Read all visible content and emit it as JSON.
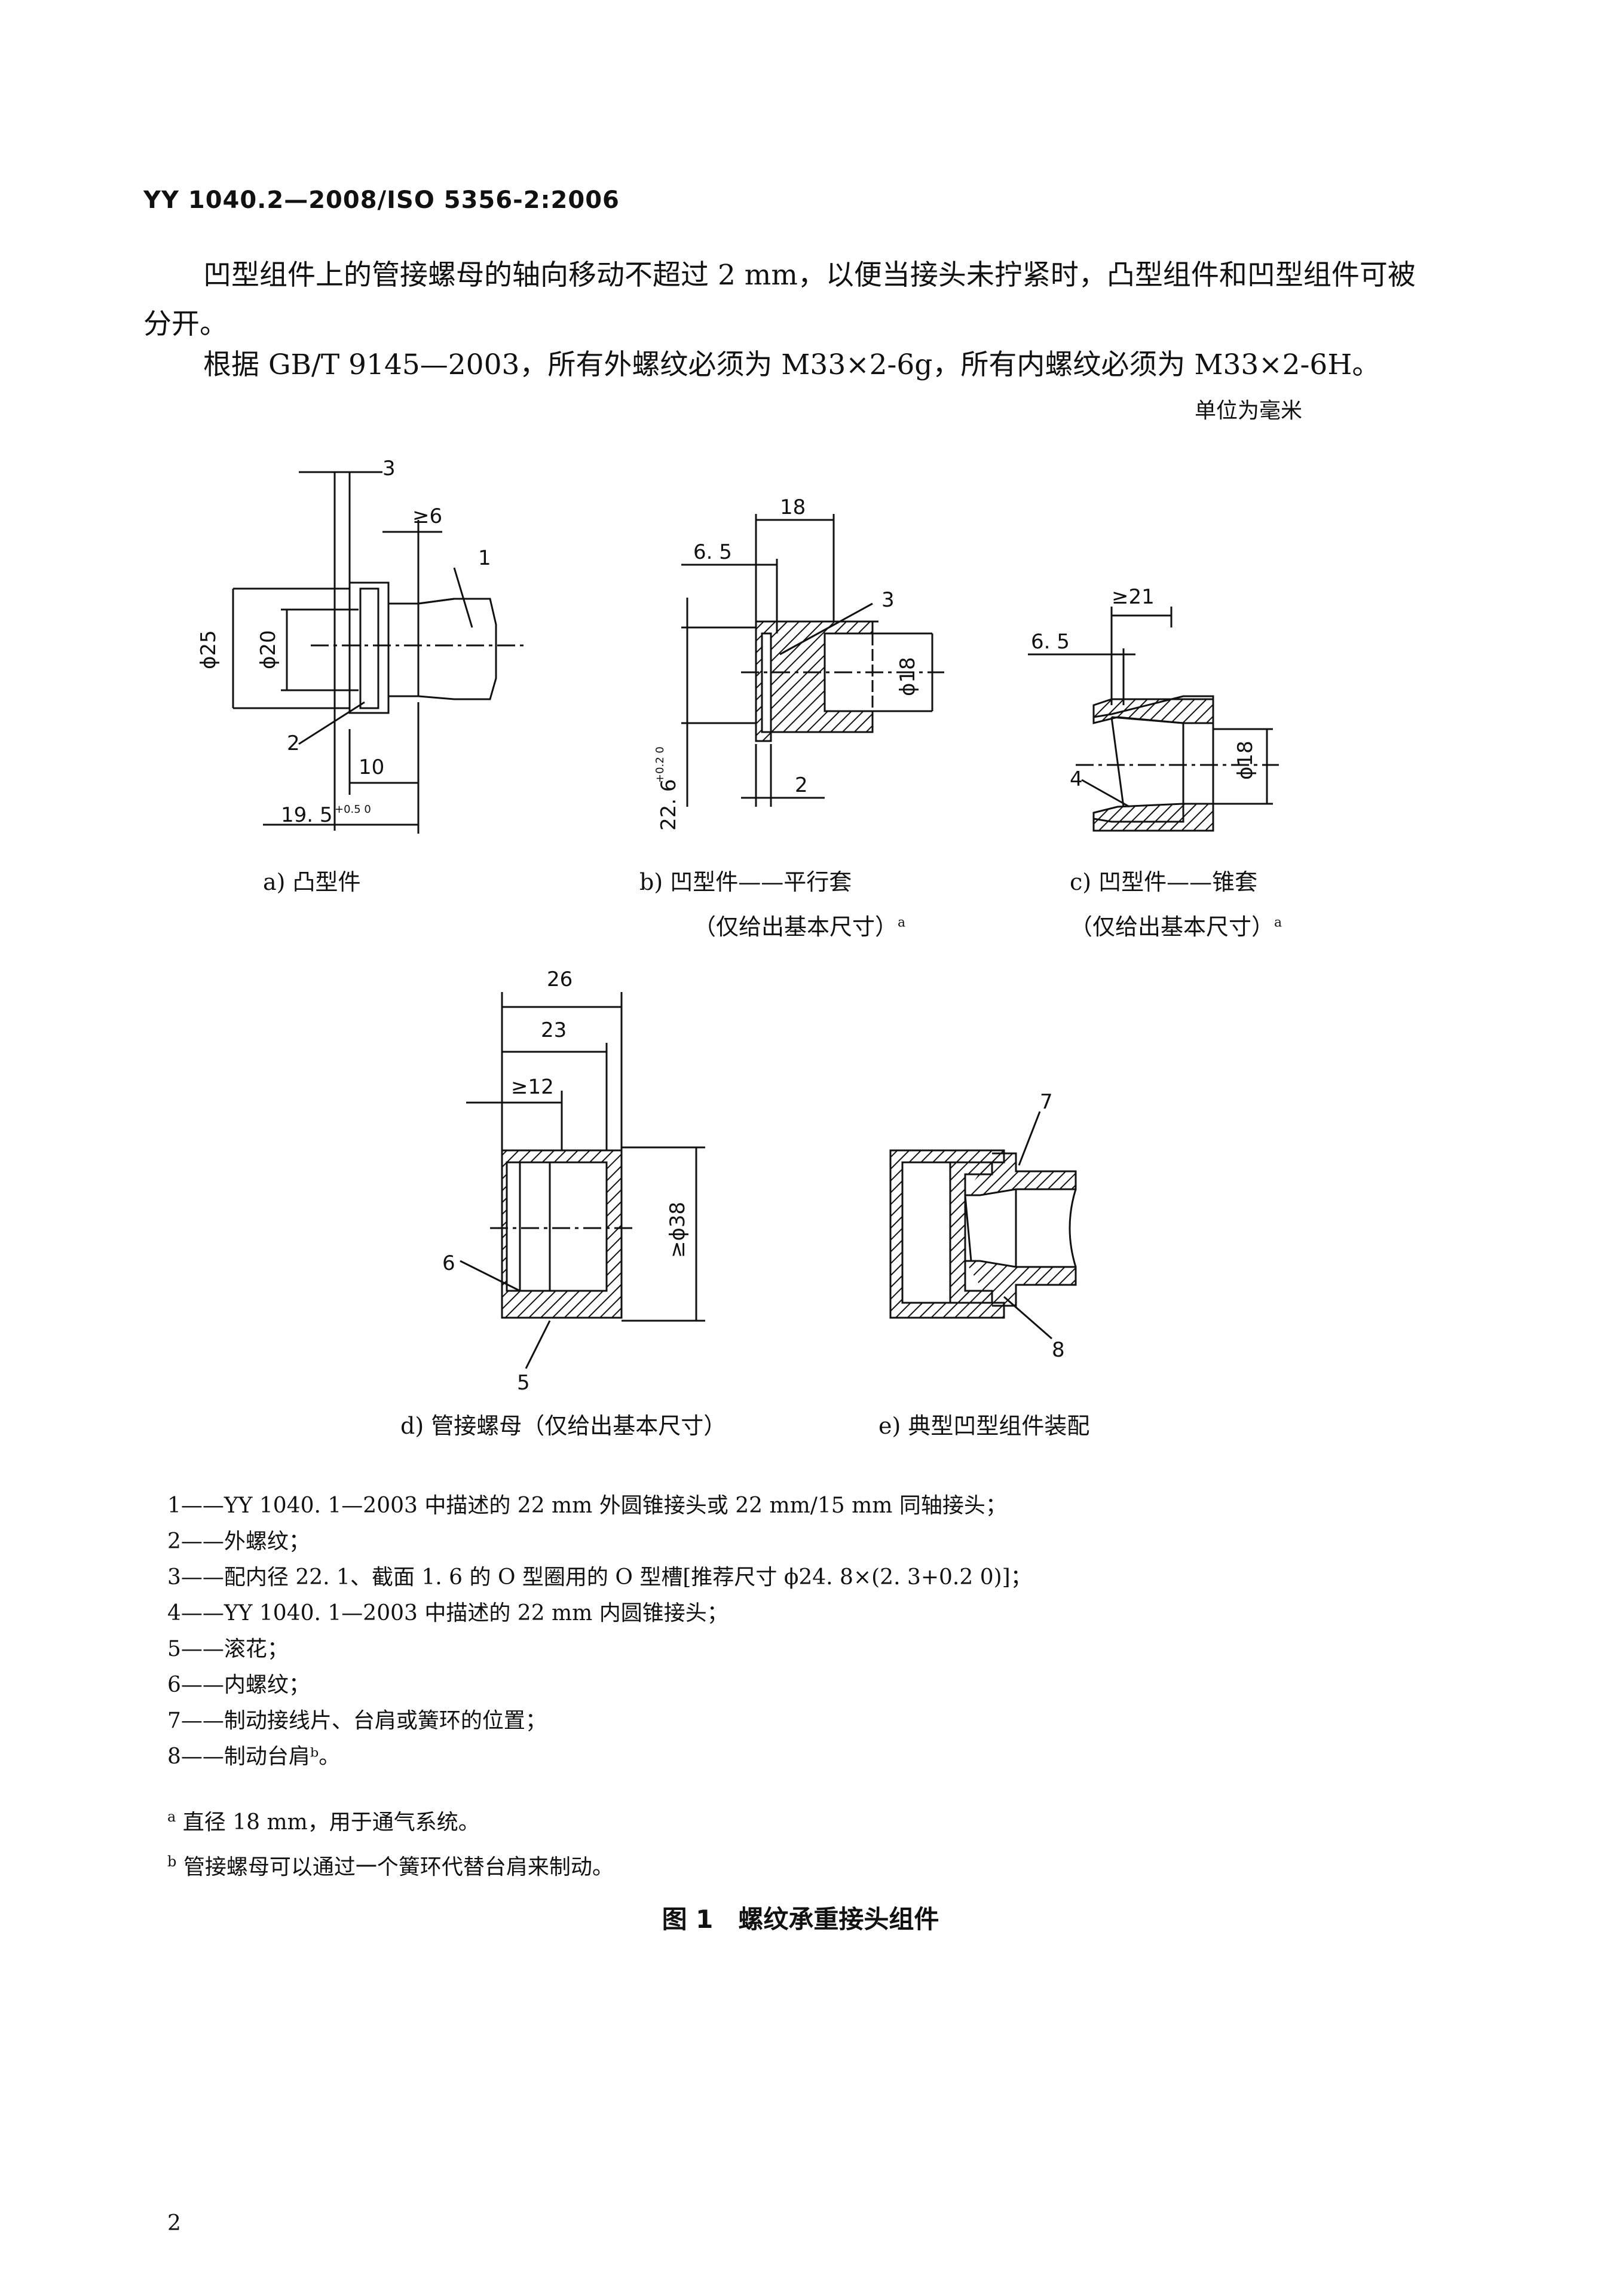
{
  "header": "YY 1040.2—2008/ISO 5356-2:2006",
  "paragraphs": [
    "凹型组件上的管接螺母的轴向移动不超过 2 mm，以便当接头未拧紧时，凸型组件和凹型组件可被分开。",
    "根据 GB/T 9145—2003，所有外螺纹必须为 M33×2-6g，所有内螺纹必须为 M33×2-6H。"
  ],
  "units": "单位为毫米",
  "figures": {
    "a": {
      "caption": "a) 凸型件",
      "dims": {
        "d3": "3",
        "d6": "≥6",
        "d25": "ϕ25",
        "d20": "ϕ20",
        "d10": "10",
        "d195": "19. 5",
        "d195tol": "+0.5 0",
        "c1": "1",
        "c2": "2"
      }
    },
    "b": {
      "caption1": "b) 凹型件——平行套",
      "caption2": "（仅给出基本尺寸）",
      "note": "a",
      "dims": {
        "d18": "18",
        "d65": "6. 5",
        "d18dia": "ϕ18",
        "d226": "22. 6",
        "d226tol": "+0.2 0",
        "d2": "2",
        "c3": "3"
      }
    },
    "c": {
      "caption1": "c) 凹型件——锥套",
      "caption2": "（仅给出基本尺寸）",
      "note": "a",
      "dims": {
        "d21": "≥21",
        "d65": "6. 5",
        "d18dia": "ϕ18",
        "c4": "4"
      }
    },
    "d": {
      "caption": "d) 管接螺母（仅给出基本尺寸）",
      "dims": {
        "d26": "26",
        "d23": "23",
        "d12": "≥12",
        "d38": "≥ϕ38",
        "c5": "5",
        "c6": "6"
      }
    },
    "e": {
      "caption": "e) 典型凹型组件装配",
      "dims": {
        "c7": "7",
        "c8": "8"
      }
    }
  },
  "legend": [
    "1——YY 1040. 1—2003 中描述的 22 mm 外圆锥接头或 22 mm/15 mm 同轴接头；",
    "2——外螺纹；",
    "3——配内径 22. 1、截面 1. 6 的 O 型圈用的 O 型槽[推荐尺寸 ϕ24. 8×(2. 3+0.2 0)]；",
    "4——YY 1040. 1—2003 中描述的 22 mm 内圆锥接头；",
    "5——滚花；",
    "6——内螺纹；",
    "7——制动接线片、台肩或簧环的位置；",
    "8——制动台肩ᵇ。"
  ],
  "notes": [
    {
      "mark": "a",
      "text": "直径 18 mm，用于通气系统。"
    },
    {
      "mark": "b",
      "text": "管接螺母可以通过一个簧环代替台肩来制动。"
    }
  ],
  "figure_title": "图 1　螺纹承重接头组件",
  "page_number": "2"
}
